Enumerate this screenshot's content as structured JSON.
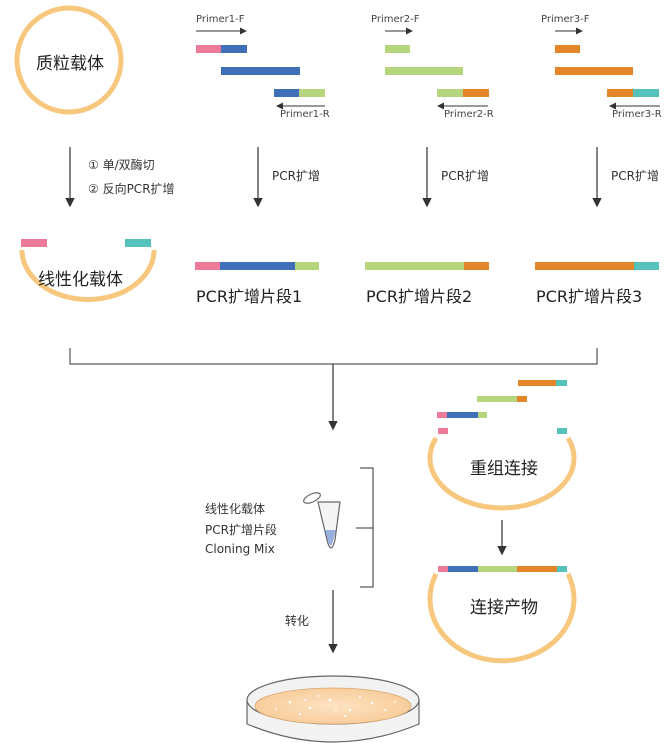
{
  "plasmid": {
    "label": "质粒载体"
  },
  "linearization": {
    "steps": [
      "① 单/双酶切",
      "② 反向PCR扩增"
    ]
  },
  "linear_vector": {
    "label": "线性化载体"
  },
  "amplification": {
    "step_label": "PCR扩增",
    "fragments": [
      {
        "primer_f": "Primer1-F",
        "primer_r": "Primer1-R",
        "product": "PCR扩增片段1"
      },
      {
        "primer_f": "Primer2-F",
        "primer_r": "Primer2-R",
        "product": "PCR扩增片段2"
      },
      {
        "primer_f": "Primer3-F",
        "primer_r": "Primer3-R",
        "product": "PCR扩增片段3"
      }
    ]
  },
  "recombination": {
    "label": "重组连接"
  },
  "reaction_mix": {
    "items": [
      "线性化载体",
      "PCR扩增片段",
      "Cloning Mix"
    ]
  },
  "transformation": {
    "label": "转化"
  },
  "product": {
    "label": "连接产物"
  },
  "colors": {
    "plasmid_ring": "#f7c77d",
    "segment_pink": "#ec7a98",
    "segment_blue": "#3e6fb7",
    "segment_green": "#b5d67c",
    "segment_orange": "#e38629",
    "segment_teal": "#55c2bc"
  }
}
